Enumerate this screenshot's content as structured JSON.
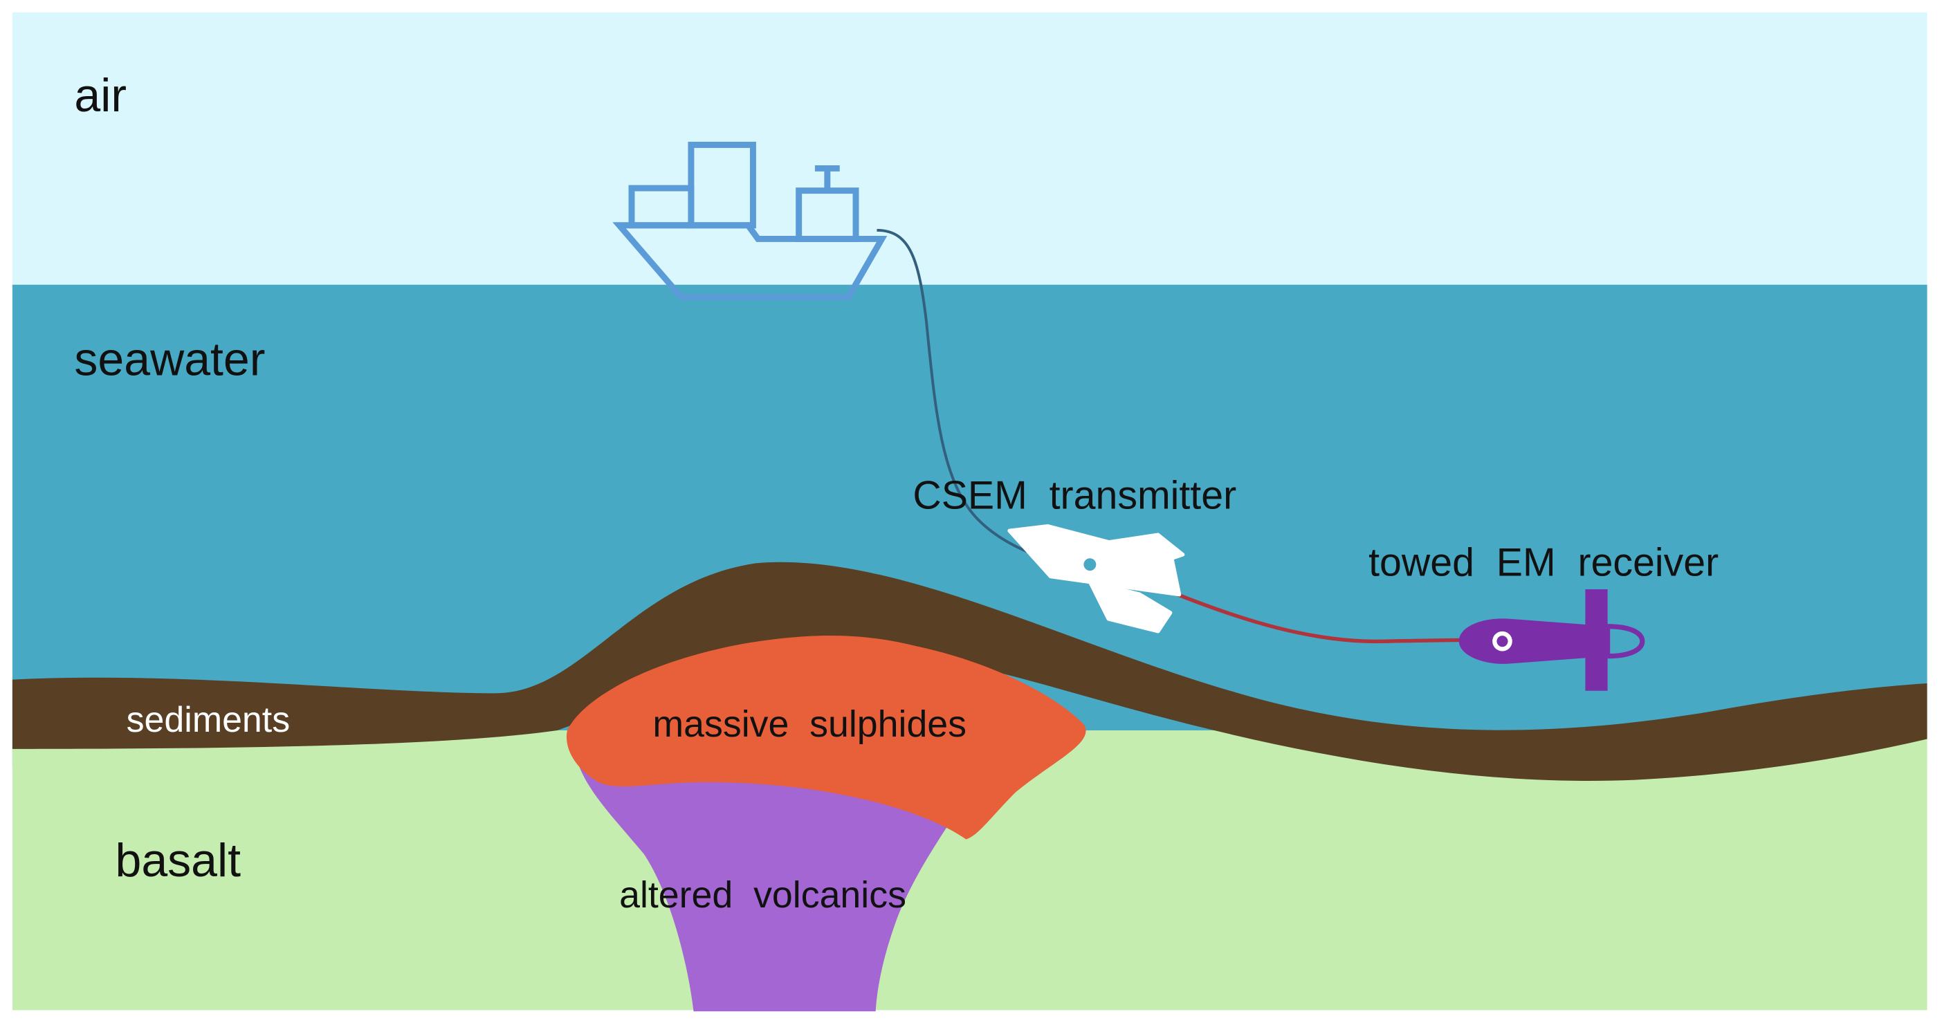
{
  "layers": {
    "air": "air",
    "seawater": "seawater",
    "sediments": "sediments",
    "basalt": "basalt"
  },
  "bodies": {
    "massive_sulphides": "massive  sulphides",
    "altered_volcanics": "altered  volcanics"
  },
  "equipment": {
    "transmitter": "CSEM  transmitter",
    "receiver": "towed  EM  receiver"
  },
  "colors": {
    "air": "#d9f7fc",
    "seawater": "#48a9c5",
    "sediments": "#593f23",
    "basalt": "#c6edb0",
    "massive_sulphides": "#e8603a",
    "altered_volcanics": "#a366d2",
    "ship": "#5b9bd8",
    "tow_cable": "#34607f",
    "transmitter": "#ffffff",
    "receiver_cable": "#b0343c",
    "receiver": "#7a2fa8"
  },
  "icons": {
    "ship": "ship-icon",
    "transmitter": "rocket-icon",
    "receiver": "torpedo-icon"
  }
}
